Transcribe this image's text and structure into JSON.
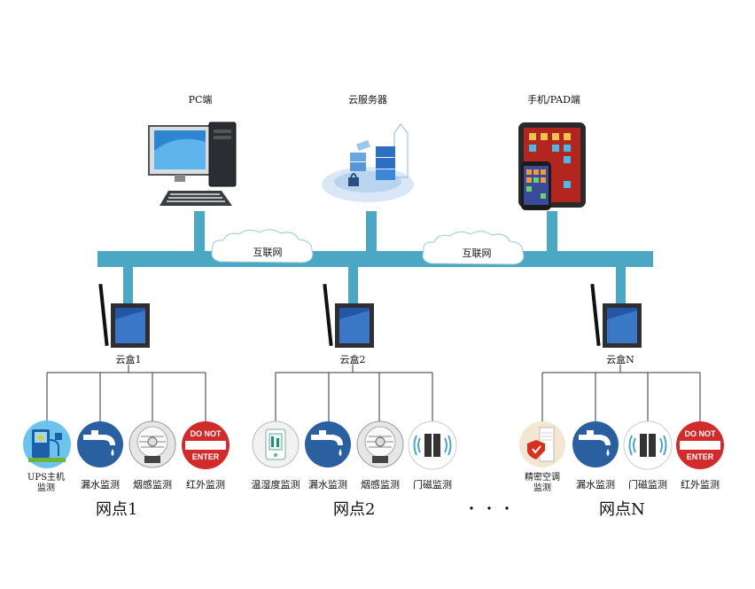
{
  "top": {
    "pc_label": "PC端",
    "cloud_label": "云服务器",
    "mobile_label": "手机/PAD端"
  },
  "network": {
    "internet_1": "互联网",
    "internet_2": "互联网"
  },
  "gateways": {
    "g1": "云盒1",
    "g2": "云盒2",
    "gn": "云盒N"
  },
  "sites": {
    "s1": {
      "name": "网点1",
      "d1": "UPS主机\n监测",
      "d2": "漏水监测",
      "d3": "烟感监测",
      "d4": "红外监测"
    },
    "s2": {
      "name": "网点2",
      "d1": "温湿度监测",
      "d2": "漏水监测",
      "d3": "烟感监测",
      "d4": "门磁监测"
    },
    "sn": {
      "name": "网点N",
      "d1": "精密空调\n监测",
      "d2": "漏水监测",
      "d3": "门磁监测",
      "d4": "红外监测"
    }
  },
  "ellipsis": "・・・",
  "sign_text": {
    "line1": "DO NOT",
    "line2": "ENTER"
  },
  "colors": {
    "bus": "#4ba7c4",
    "water_blue": "#2a5fa0",
    "do_not_enter_red": "#d22b2b"
  }
}
